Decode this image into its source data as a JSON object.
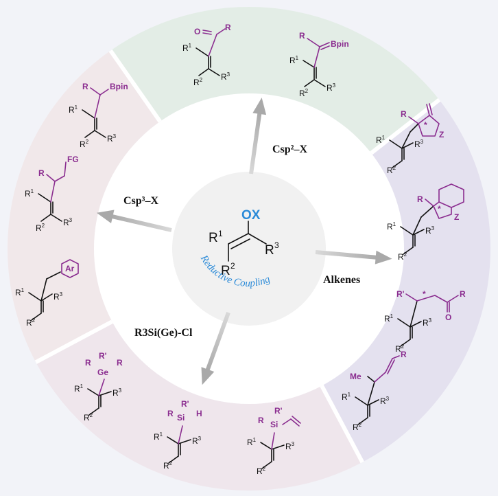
{
  "colors": {
    "background": "#f2f3f8",
    "segment_top": "#e3ede6",
    "segment_right": "#e4e1ef",
    "segment_bottom": "#efe6ec",
    "segment_left": "#f1e8ea",
    "accent_purple": "#8a2c8f",
    "accent_blue": "#2a8ad8"
  },
  "center": {
    "group": "OX",
    "r1": "R",
    "r1_sup": "1",
    "r2": "R",
    "r2_sup": "2",
    "r3": "R",
    "r3_sup": "3",
    "caption": "Reductive Coupling"
  },
  "arrows": {
    "csp2": "Csp²–X",
    "csp3": "Csp³–X",
    "alkenes": "Alkenes",
    "silicon": "R3Si(Ge)-Cl"
  },
  "substituents": {
    "R": "R",
    "Rp": "R'",
    "Me": "Me",
    "Bpin": "Bpin",
    "FG": "FG",
    "Ar": "Ar",
    "Z": "Z",
    "O": "O",
    "Si": "Si",
    "Ge": "Ge",
    "H": "H",
    "star": "*"
  }
}
